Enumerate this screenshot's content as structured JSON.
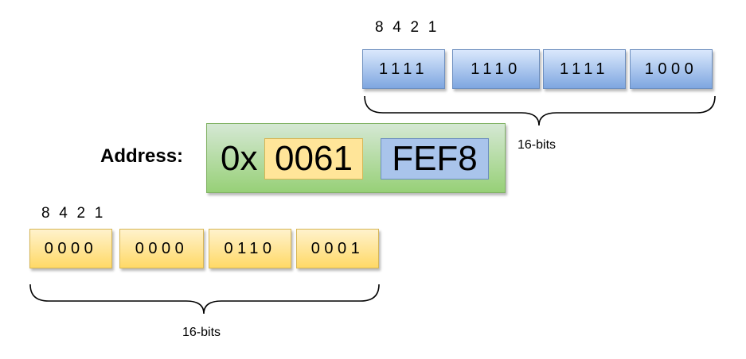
{
  "upper": {
    "weights": "8 4 2 1",
    "nibbles": [
      "1111",
      "1110",
      "1111",
      "1000"
    ],
    "bits_label": "16-bits"
  },
  "address": {
    "label": "Address:",
    "prefix": "0x",
    "high": "0061",
    "low": "FEF8"
  },
  "lower": {
    "weights": "8 4 2 1",
    "nibbles": [
      "0000",
      "0000",
      "0110",
      "0001"
    ],
    "bits_label": "16-bits"
  },
  "colors": {
    "blue_fill": "#7ea6e0",
    "blue_border": "#6c8ebf",
    "yellow_fill": "#ffd966",
    "yellow_border": "#d6b656",
    "green_fill": "#97d077",
    "green_border": "#82b366"
  }
}
